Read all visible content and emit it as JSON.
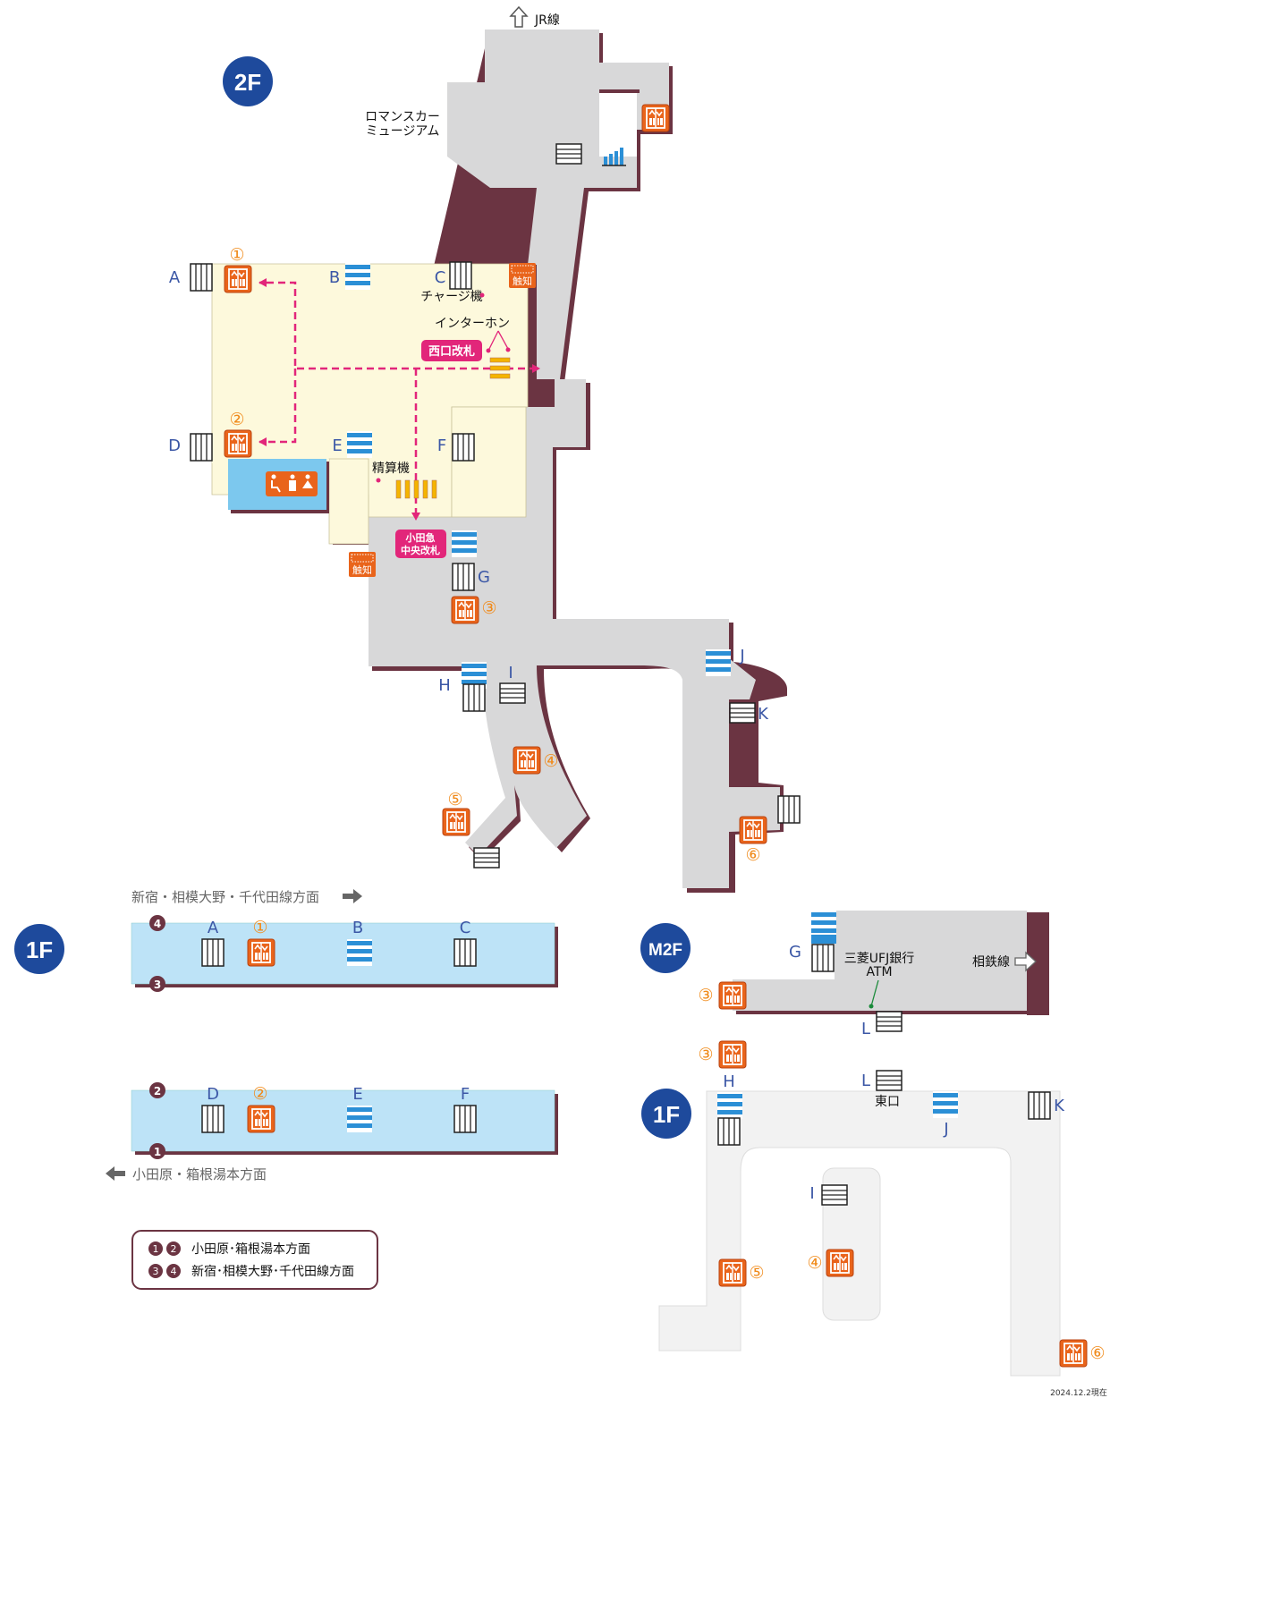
{
  "floors": {
    "f2": "2F",
    "f1_left": "1F",
    "m2f": "M2F",
    "f1_right": "1F"
  },
  "labels": {
    "jr_line": "JR線",
    "romance_car_1": "ロマンスカー",
    "romance_car_2": "ミュージアム",
    "charge_machine": "チャージ機",
    "intercom": "インターホン",
    "west_gate": "西口改札",
    "central_gate_1": "小田急",
    "central_gate_2": "中央改札",
    "fare_adjust": "精算機",
    "tactile": "触知",
    "shinjuku_dir": "新宿・相模大野・千代田線方面",
    "odawara_dir": "小田原・箱根湯本方面",
    "atm_1": "三菱UFJ銀行",
    "atm_2": "ATM",
    "sotetsu": "相鉄線",
    "east_exit": "東口",
    "date": "2024.12.2現在"
  },
  "legend": [
    {
      "nums": [
        "1",
        "2"
      ],
      "text": "小田原･箱根湯本方面"
    },
    {
      "nums": [
        "3",
        "4"
      ],
      "text": "新宿･相模大野･千代田線方面"
    }
  ],
  "letters": {
    "A": "A",
    "B": "B",
    "C": "C",
    "D": "D",
    "E": "E",
    "F": "F",
    "G": "G",
    "H": "H",
    "I": "I",
    "J": "J",
    "K": "K",
    "L": "L"
  },
  "circled": {
    "n1": "①",
    "n2": "②",
    "n3": "③",
    "n4": "④",
    "n5": "⑤",
    "n6": "⑥"
  },
  "platform_nums": {
    "p1": "1",
    "p2": "2",
    "p3": "3",
    "p4": "4"
  },
  "colors": {
    "navy": "#1e4a9c",
    "orange": "#f08a1a",
    "magenta": "#e2267a",
    "concourse": "#d9d9da",
    "gated_area": "#fdf9dc",
    "platform": "#bde3f7",
    "wall": "#6b3442"
  },
  "icons": [
    "elevator-icon",
    "stairs-icon",
    "escalator-icon",
    "wheelchair-icon",
    "restroom-icon",
    "tactile-map-icon",
    "up-arrow-icon",
    "right-arrow-icon",
    "left-arrow-icon"
  ]
}
